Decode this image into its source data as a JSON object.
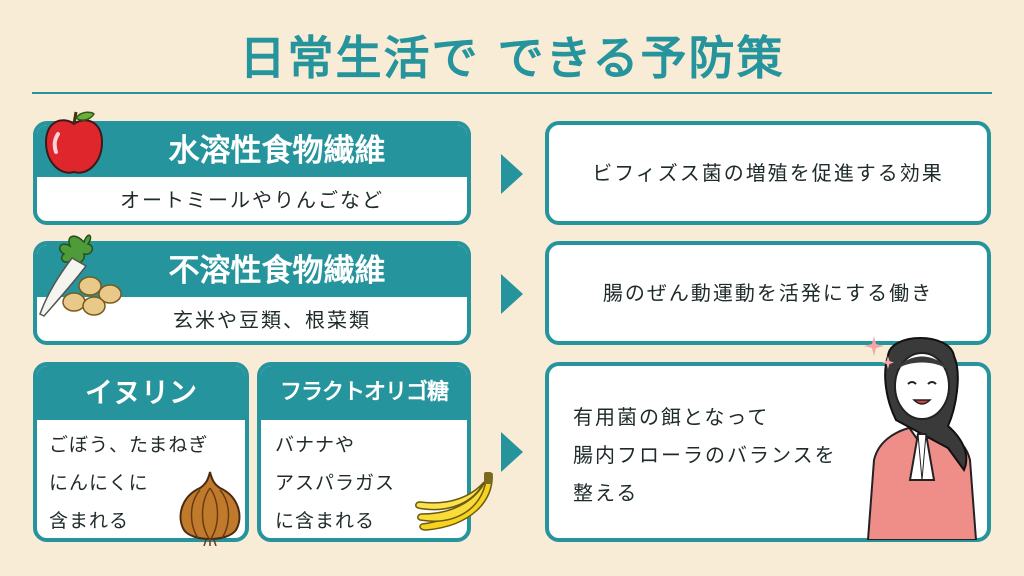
{
  "title": "日常生活で できる予防策",
  "fibers": [
    {
      "name": "水溶性食物繊維",
      "examples": "オートミールやりんごなど",
      "effect": "ビフィズス菌の増殖を促進する効果"
    },
    {
      "name": "不溶性食物繊維",
      "examples": "玄米や豆類、根菜類",
      "effect": "腸のぜん動運動を活発にする働き"
    }
  ],
  "inulin": {
    "name": "イヌリン",
    "text": "ごぼう、たまねぎ\nにんにくに\n含まれる"
  },
  "oligo": {
    "name": "フラクトオリゴ糖",
    "text": "バナナや\nアスパラガス\nに含まれる"
  },
  "combined_effect": "有用菌の餌となって\n腸内フローラのバランスを\n整える",
  "colors": {
    "accent": "#25949c",
    "background": "#f8ecd6"
  },
  "icons": [
    "apple-icon",
    "radish-soybean-icon",
    "onion-icon",
    "banana-icon",
    "woman-illustration",
    "sparkle-icon"
  ]
}
